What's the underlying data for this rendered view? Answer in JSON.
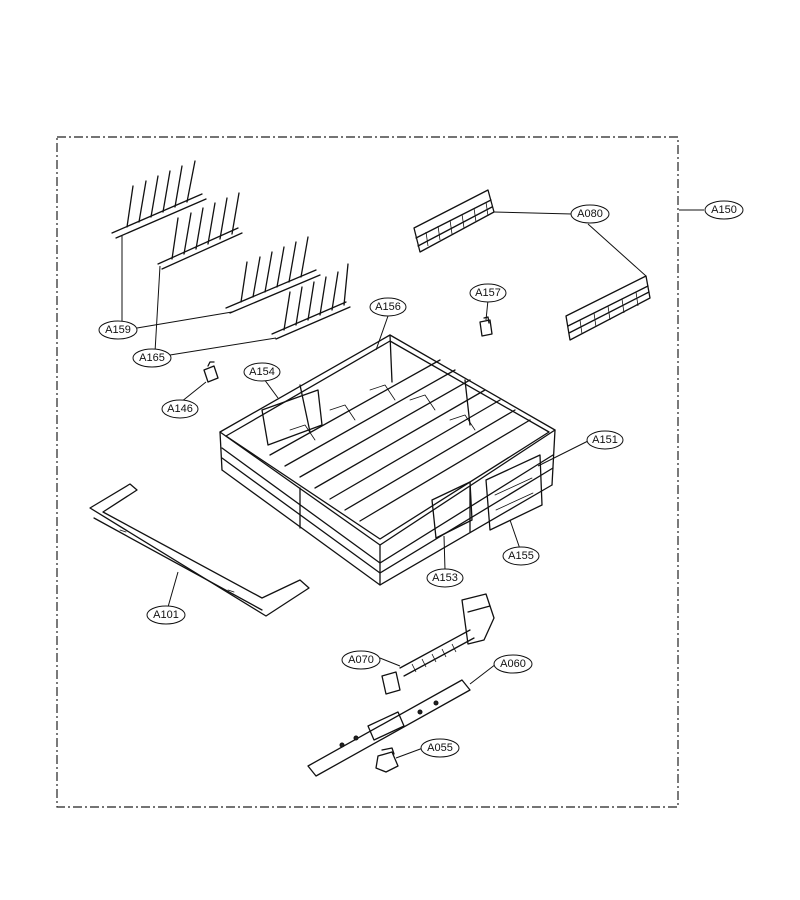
{
  "diagram": {
    "frame_label": "A150",
    "callouts": [
      {
        "id": "A080",
        "text": "A080"
      },
      {
        "id": "A157",
        "text": "A157"
      },
      {
        "id": "A156",
        "text": "A156"
      },
      {
        "id": "A159",
        "text": "A159"
      },
      {
        "id": "A165",
        "text": "A165"
      },
      {
        "id": "A154",
        "text": "A154"
      },
      {
        "id": "A146",
        "text": "A146"
      },
      {
        "id": "A151",
        "text": "A151"
      },
      {
        "id": "A155",
        "text": "A155"
      },
      {
        "id": "A153",
        "text": "A153"
      },
      {
        "id": "A101",
        "text": "A101"
      },
      {
        "id": "A070",
        "text": "A070"
      },
      {
        "id": "A060",
        "text": "A060"
      },
      {
        "id": "A055",
        "text": "A055"
      }
    ]
  }
}
